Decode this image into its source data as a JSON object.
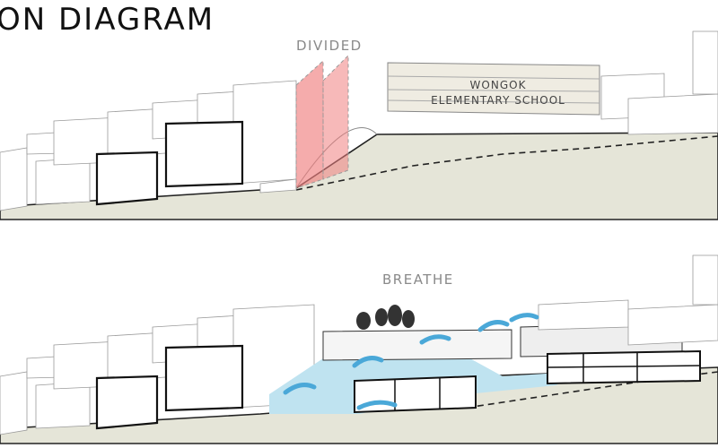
{
  "title": "ON DIAGRAM",
  "panels": {
    "top": {
      "label": "DIVIDED",
      "school_line1": "WONGOK",
      "school_line2": "ELEMENTARY SCHOOL"
    },
    "bottom": {
      "label": "BREATHE"
    }
  },
  "colors": {
    "ground": "#e5e5d8",
    "divider": "#f08080",
    "water": "#bfe3f0",
    "airflow": "#4aa8d8"
  }
}
